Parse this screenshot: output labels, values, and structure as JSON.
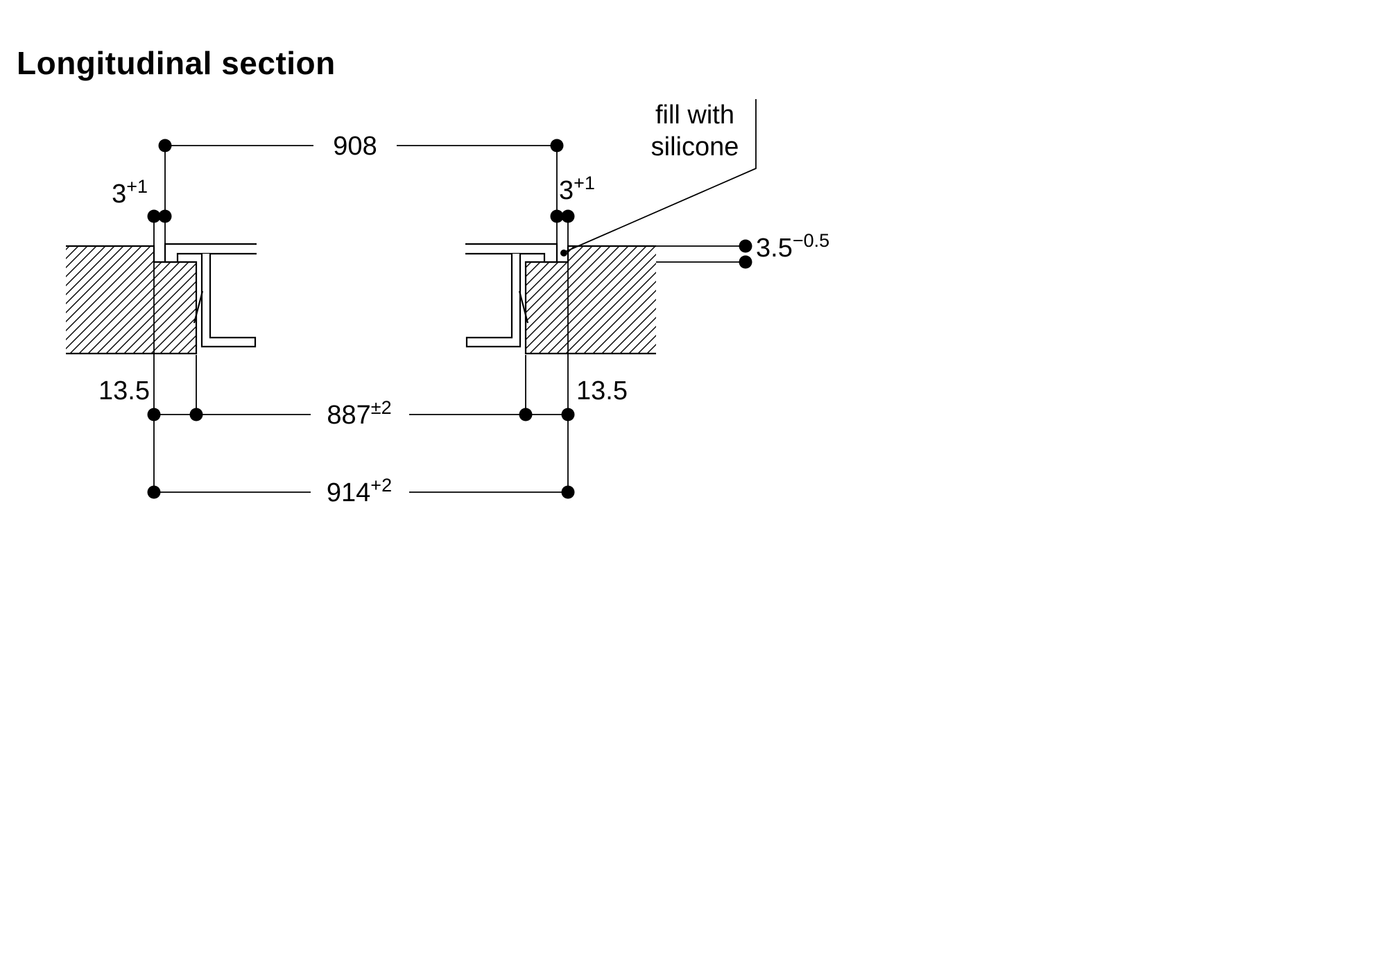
{
  "title": "Longitudinal section",
  "colors": {
    "line": "#000000",
    "background": "#ffffff"
  },
  "dimensions": {
    "width_top": {
      "value": "908",
      "tolerance": ""
    },
    "cutout_inner": {
      "value": "887",
      "tolerance": "±2"
    },
    "cutout_outer": {
      "value": "914",
      "tolerance": "+2"
    },
    "gap_left": {
      "value": "3",
      "tolerance": "+1"
    },
    "gap_right": {
      "value": "3",
      "tolerance": "+1"
    },
    "rebate_depth": {
      "value": "3.5",
      "tolerance": "−0.5"
    },
    "ledge_left": {
      "value": "13.5"
    },
    "ledge_right": {
      "value": "13.5"
    }
  },
  "annotations": {
    "silicone": {
      "line1": "fill with",
      "line2": "silicone"
    }
  }
}
